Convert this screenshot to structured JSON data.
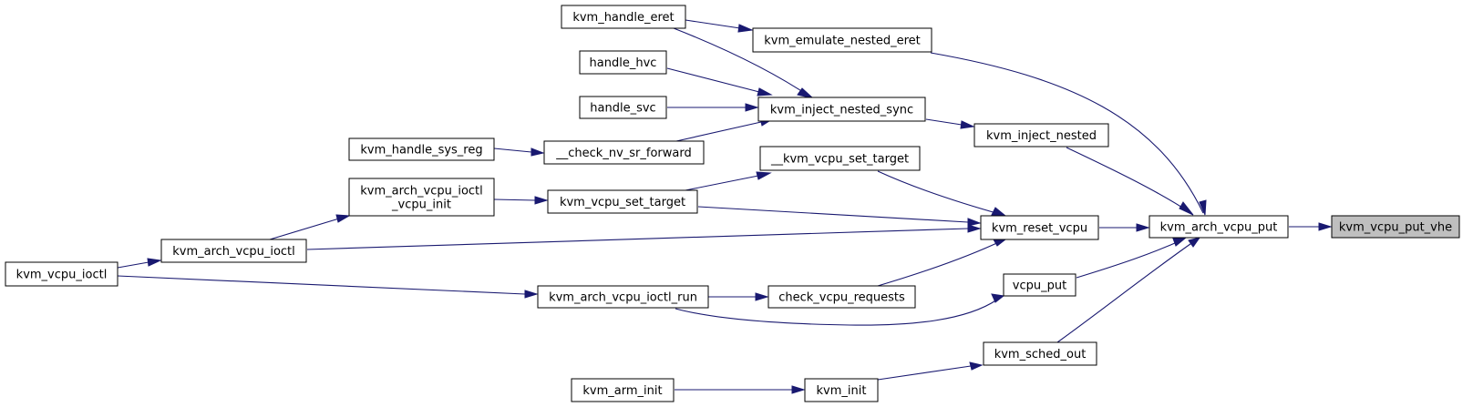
{
  "diagram": {
    "type": "call-graph",
    "colors": {
      "edge": "#191970",
      "root_fill": "#bfbfbf",
      "node_fill": "#ffffff",
      "border": "#000000"
    },
    "root": "kvm_vcpu_put_vhe",
    "nodes": [
      {
        "id": "kvm_vcpu_put_vhe",
        "lines": [
          "kvm_vcpu_put_vhe"
        ]
      },
      {
        "id": "kvm_arch_vcpu_put",
        "lines": [
          "kvm_arch_vcpu_put"
        ]
      },
      {
        "id": "kvm_emulate_nested_eret",
        "lines": [
          "kvm_emulate_nested_eret"
        ]
      },
      {
        "id": "kvm_inject_nested",
        "lines": [
          "kvm_inject_nested"
        ]
      },
      {
        "id": "kvm_reset_vcpu",
        "lines": [
          "kvm_reset_vcpu"
        ]
      },
      {
        "id": "vcpu_put",
        "lines": [
          "vcpu_put"
        ]
      },
      {
        "id": "kvm_sched_out",
        "lines": [
          "kvm_sched_out"
        ]
      },
      {
        "id": "kvm_handle_eret",
        "lines": [
          "kvm_handle_eret"
        ]
      },
      {
        "id": "kvm_inject_nested_sync",
        "lines": [
          "kvm_inject_nested_sync"
        ]
      },
      {
        "id": "__kvm_vcpu_set_target",
        "lines": [
          "__kvm_vcpu_set_target"
        ]
      },
      {
        "id": "kvm_vcpu_set_target",
        "lines": [
          "kvm_vcpu_set_target"
        ]
      },
      {
        "id": "kvm_arch_vcpu_ioctl",
        "lines": [
          "kvm_arch_vcpu_ioctl"
        ]
      },
      {
        "id": "check_vcpu_requests",
        "lines": [
          "check_vcpu_requests"
        ]
      },
      {
        "id": "kvm_arch_vcpu_ioctl_run",
        "lines": [
          "kvm_arch_vcpu_ioctl_run"
        ]
      },
      {
        "id": "kvm_init",
        "lines": [
          "kvm_init"
        ]
      },
      {
        "id": "handle_hvc",
        "lines": [
          "handle_hvc"
        ]
      },
      {
        "id": "handle_svc",
        "lines": [
          "handle_svc"
        ]
      },
      {
        "id": "__check_nv_sr_forward",
        "lines": [
          "__check_nv_sr_forward"
        ]
      },
      {
        "id": "kvm_handle_sys_reg",
        "lines": [
          "kvm_handle_sys_reg"
        ]
      },
      {
        "id": "kvm_arch_vcpu_ioctl_vcpu_init",
        "lines": [
          "kvm_arch_vcpu_ioctl",
          "_vcpu_init"
        ]
      },
      {
        "id": "kvm_vcpu_ioctl",
        "lines": [
          "kvm_vcpu_ioctl"
        ]
      },
      {
        "id": "kvm_arm_init",
        "lines": [
          "kvm_arm_init"
        ]
      }
    ],
    "edges": [
      {
        "from": "kvm_arch_vcpu_put",
        "to": "kvm_vcpu_put_vhe"
      },
      {
        "from": "kvm_emulate_nested_eret",
        "to": "kvm_arch_vcpu_put"
      },
      {
        "from": "kvm_inject_nested",
        "to": "kvm_arch_vcpu_put"
      },
      {
        "from": "kvm_reset_vcpu",
        "to": "kvm_arch_vcpu_put"
      },
      {
        "from": "vcpu_put",
        "to": "kvm_arch_vcpu_put"
      },
      {
        "from": "kvm_sched_out",
        "to": "kvm_arch_vcpu_put"
      },
      {
        "from": "kvm_handle_eret",
        "to": "kvm_emulate_nested_eret"
      },
      {
        "from": "kvm_inject_nested_sync",
        "to": "kvm_inject_nested"
      },
      {
        "from": "kvm_handle_eret",
        "to": "kvm_inject_nested_sync"
      },
      {
        "from": "handle_hvc",
        "to": "kvm_inject_nested_sync"
      },
      {
        "from": "handle_svc",
        "to": "kvm_inject_nested_sync"
      },
      {
        "from": "__check_nv_sr_forward",
        "to": "kvm_inject_nested_sync"
      },
      {
        "from": "kvm_handle_sys_reg",
        "to": "__check_nv_sr_forward"
      },
      {
        "from": "__kvm_vcpu_set_target",
        "to": "kvm_reset_vcpu"
      },
      {
        "from": "kvm_vcpu_set_target",
        "to": "kvm_reset_vcpu"
      },
      {
        "from": "kvm_arch_vcpu_ioctl",
        "to": "kvm_reset_vcpu"
      },
      {
        "from": "check_vcpu_requests",
        "to": "kvm_reset_vcpu"
      },
      {
        "from": "kvm_vcpu_set_target",
        "to": "__kvm_vcpu_set_target"
      },
      {
        "from": "kvm_arch_vcpu_ioctl_vcpu_init",
        "to": "kvm_vcpu_set_target"
      },
      {
        "from": "kvm_arch_vcpu_ioctl",
        "to": "kvm_arch_vcpu_ioctl_vcpu_init"
      },
      {
        "from": "kvm_vcpu_ioctl",
        "to": "kvm_arch_vcpu_ioctl"
      },
      {
        "from": "kvm_arch_vcpu_ioctl_run",
        "to": "check_vcpu_requests"
      },
      {
        "from": "kvm_vcpu_ioctl",
        "to": "kvm_arch_vcpu_ioctl_run"
      },
      {
        "from": "kvm_arch_vcpu_ioctl_run",
        "to": "vcpu_put"
      },
      {
        "from": "kvm_init",
        "to": "kvm_sched_out"
      },
      {
        "from": "kvm_arm_init",
        "to": "kvm_init"
      }
    ]
  }
}
